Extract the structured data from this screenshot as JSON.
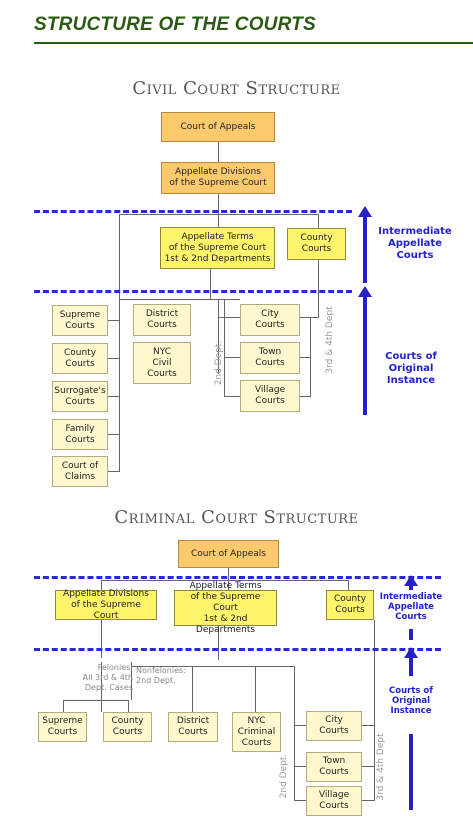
{
  "page_title": "STRUCTURE OF THE COURTS",
  "civil": {
    "title": "Civil Court Structure",
    "court_of_appeals": "Court of Appeals",
    "appellate_divisions": "Appellate Divisions\nof the Supreme Court",
    "appellate_terms": "Appellate Terms\nof the Supreme Court\n1st & 2nd Departments",
    "county_courts_top": "County\nCourts",
    "intermediate_label": "Intermediate\nAppellate\nCourts",
    "original_label": "Courts of\nOriginal\nInstance",
    "left_boxes": [
      "Supreme\nCourts",
      "County\nCourts",
      "Surrogate's\nCourts",
      "Family\nCourts",
      "Court of\nClaims"
    ],
    "district_courts": "District\nCourts",
    "nyc_civil_courts": "NYC\nCivil\nCourts",
    "city_courts": "City\nCourts",
    "town_courts": "Town\nCourts",
    "village_courts": "Village\nCourts",
    "dept_2nd": "2nd Dept.",
    "dept_3rd_4th": "3rd & 4th Dept"
  },
  "criminal": {
    "title": "Criminal Court Structure",
    "court_of_appeals": "Court of Appeals",
    "appellate_divisions": "Appellate Divisions\nof the Supreme Court",
    "appellate_terms": "Appellate Terms\nof the Supreme Court\n1st & 2nd Departments",
    "county_courts_top": "County\nCourts",
    "intermediate_label": "Intermediate\nAppellate\nCourts",
    "original_label": "Courts of\nOriginal\nInstance",
    "felonies_note": "Felonies:\nAll 3rd & 4th\nDept. Cases",
    "nonfelonies_note": "Nonfelonies:\n2nd Dept.",
    "supreme_courts": "Supreme\nCourts",
    "county_courts": "County\nCourts",
    "district_courts": "District\nCourts",
    "nyc_criminal_courts": "NYC\nCriminal\nCourts",
    "city_courts": "City\nCourts",
    "town_courts": "Town\nCourts",
    "village_courts": "Village\nCourts",
    "dept_2nd": "2nd Dept.",
    "dept_3rd_4th": "3rd & 4th Dept"
  },
  "colors": {
    "title_green": "#2b5a12",
    "dash_blue": "#2929d6",
    "orange_box": "#fcc96d",
    "yellow_box": "#fff46a",
    "cream_box": "#fff8cf"
  }
}
